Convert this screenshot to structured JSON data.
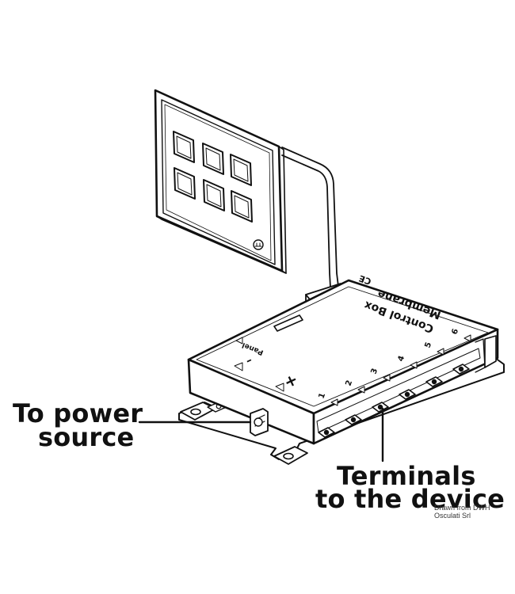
{
  "labels": {
    "power_line1": "To power",
    "power_line2": "source",
    "terminals_line1": "Terminals",
    "terminals_line2": "to the device"
  },
  "box": {
    "brand_line1": "Membrane",
    "brand_line2": "Control Box",
    "ce_mark": "CE",
    "panel_label": "Panel",
    "minus_sign": "–",
    "plus_sign": "+",
    "terminal_numbers": [
      "1",
      "2",
      "3",
      "4",
      "5",
      "6"
    ]
  },
  "credit": "Drawn from DWH Osculati Srl",
  "colors": {
    "stroke": "#111111",
    "fill": "#ffffff",
    "shade": "#e6e6e6"
  },
  "icons": [
    "keypad-panel",
    "control-box",
    "power-connector",
    "terminal-screw"
  ]
}
